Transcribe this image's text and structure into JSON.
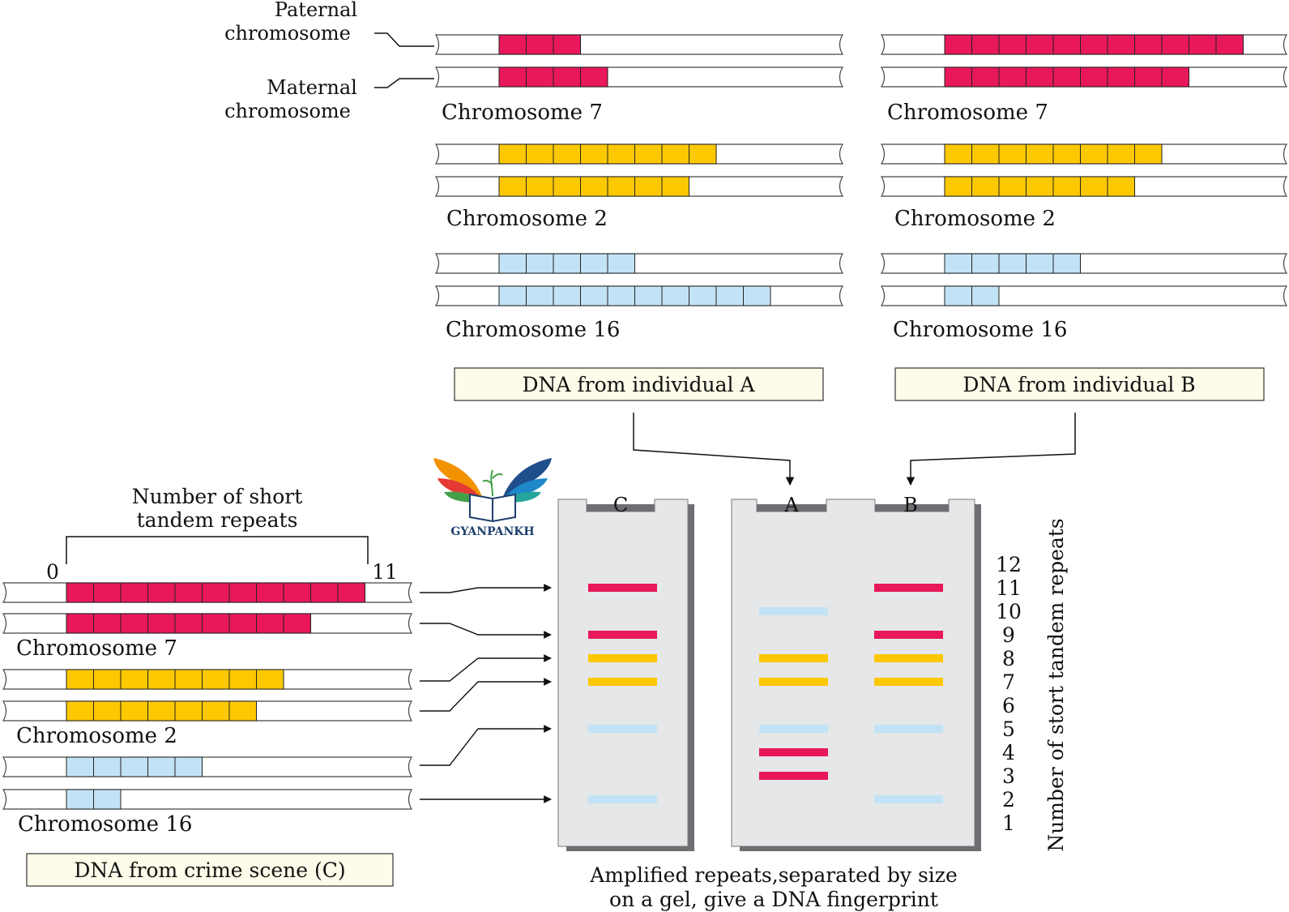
{
  "labels": {
    "paternal_line1": "Paternal",
    "paternal_line2": "chromosome",
    "maternal_line1": "Maternal",
    "maternal_line2": "chromosome",
    "num_repeats_line1": "Number of short",
    "num_repeats_line2": "tandem repeats",
    "scale_zero": "0",
    "scale_eleven": "11",
    "caption_line1": "Amplified repeats,separated by size",
    "caption_line2": "on a gel, give a DNA fingerprint",
    "axis_title": "Number of stort tandem repeats",
    "logo_text": "GYANPANKH"
  },
  "chrom_names": {
    "c7": "Chromosome 7",
    "c2": "Chromosome 2",
    "c16": "Chromosome 16"
  },
  "boxes": {
    "a": "DNA from individual A",
    "b": "DNA from individual B",
    "c": "DNA from crime scene (C)"
  },
  "lanes": {
    "c": "C",
    "a": "A",
    "b": "B"
  },
  "scale_ticks": [
    "12",
    "11",
    "10",
    "9",
    "8",
    "7",
    "6",
    "5",
    "4",
    "3",
    "2",
    "1"
  ],
  "colors": {
    "chrom7": "#e8185a",
    "chrom2": "#fcc800",
    "chrom16": "#c2e3f5",
    "gel": "#e6e7e9",
    "gel_shadow": "#6d6e71",
    "box_fill": "#fdfbe9"
  },
  "individuals": {
    "A": {
      "chrom7": [
        3,
        4
      ],
      "chrom2": [
        8,
        7
      ],
      "chrom16": [
        5,
        10
      ]
    },
    "B": {
      "chrom7": [
        11,
        9
      ],
      "chrom2": [
        8,
        7
      ],
      "chrom16": [
        5,
        2
      ]
    },
    "C": {
      "chrom7": [
        11,
        9
      ],
      "chrom2": [
        8,
        7
      ],
      "chrom16": [
        5,
        2
      ]
    }
  }
}
